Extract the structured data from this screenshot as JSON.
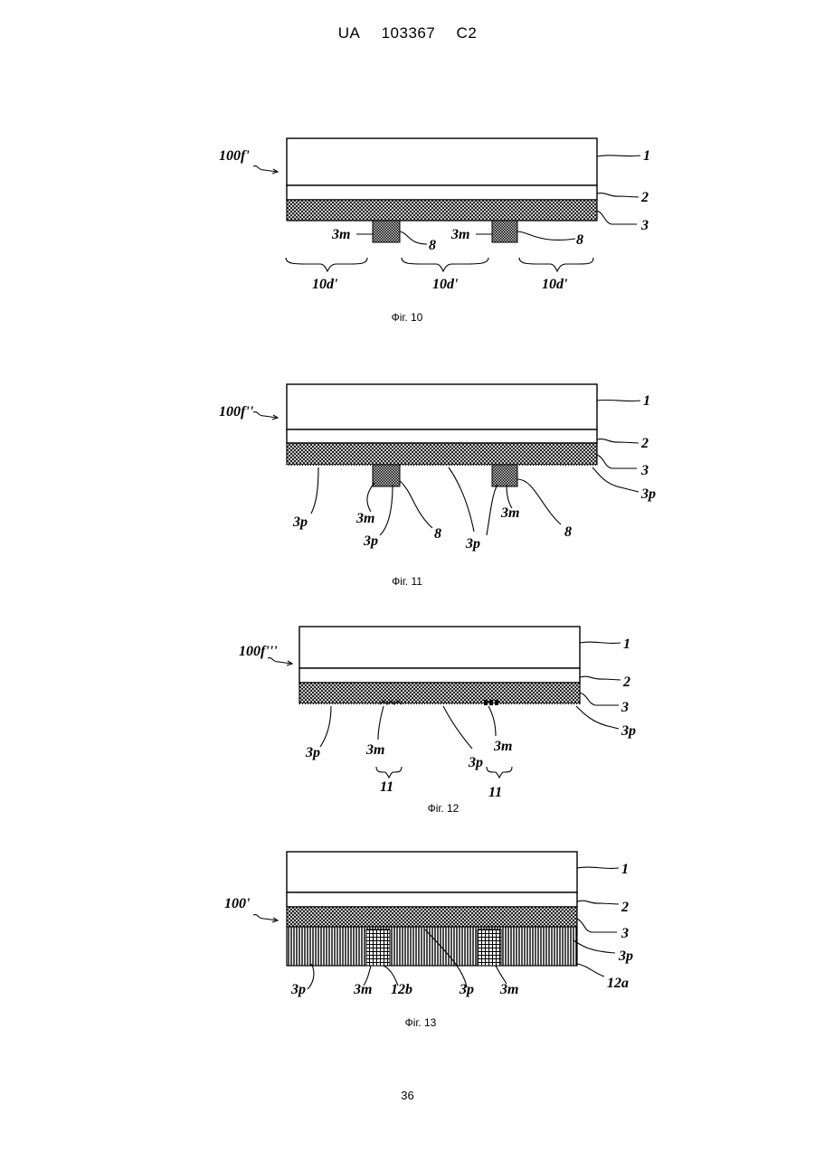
{
  "header": {
    "country": "UA",
    "number": "103367",
    "kind": "C2"
  },
  "page_number": "36",
  "figures": [
    {
      "caption": "Фіг. 10",
      "ref": "100f'",
      "labels": {
        "l1": "1",
        "l2": "2",
        "l3": "3",
        "m_left": "3m",
        "m_right": "3m",
        "e_left": "8",
        "e_right": "8",
        "d_left": "10d'",
        "d_mid": "10d'",
        "d_right": "10d'"
      }
    },
    {
      "caption": "Фіг. 11",
      "ref": "100f''",
      "labels": {
        "l1": "1",
        "l2": "2",
        "l3": "3",
        "p_right": "3p",
        "p_left": "3p",
        "m_left": "3m",
        "p_under": "3p",
        "e_left": "8",
        "p_mid": "3p",
        "m_right": "3m",
        "e_right": "8"
      }
    },
    {
      "caption": "Фіг. 12",
      "ref": "100f'''",
      "labels": {
        "l1": "1",
        "l2": "2",
        "l3": "3",
        "p_right": "3p",
        "p_left": "3p",
        "m_left": "3m",
        "p_mid": "3p",
        "m_right": "3m",
        "g_left": "11",
        "g_right": "11"
      }
    },
    {
      "caption": "Фіг. 13",
      "ref": "100'",
      "labels": {
        "l1": "1",
        "l2": "2",
        "l3": "3",
        "p_right": "3p",
        "l12a": "12a",
        "p_left": "3p",
        "m_left": "3m",
        "l12b": "12b",
        "p_mid": "3p",
        "m_right": "3m"
      }
    }
  ]
}
